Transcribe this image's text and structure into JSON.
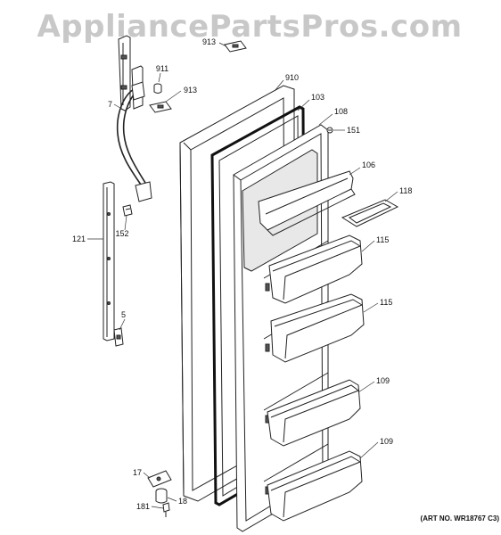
{
  "watermark": "AppliancePartsPros.com",
  "art_number": "(ART NO. WR18767 C3)",
  "callouts": [
    "913",
    "911",
    "913",
    "7",
    "910",
    "103",
    "108",
    "151",
    "106",
    "118",
    "121",
    "152",
    "115",
    "5",
    "115",
    "109",
    "109",
    "17",
    "18",
    "181"
  ]
}
